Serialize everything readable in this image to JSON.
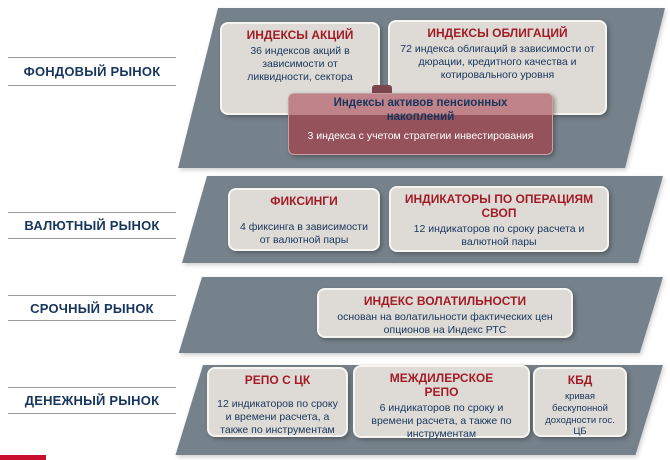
{
  "palette": {
    "band_gray": "#76828B",
    "card_background": "#DEDBD6",
    "card_title_red": "#A21C26",
    "text_navy": "#17365D",
    "pension_header": "#C1838A",
    "pension_body": "#95525A",
    "pension_tab": "#7D464D",
    "accent_bar_red": "#C8102E"
  },
  "sections": [
    {
      "label": "ФОНДОВЫЙ РЫНОК",
      "cards": [
        {
          "title": "ИНДЕКСЫ АКЦИЙ",
          "body": "36 индексов акций в зависимости от ликвидности, сектора"
        },
        {
          "title": "ИНДЕКСЫ ОБЛИГАЦИЙ",
          "body": "72 индекса облигаций в зависимости от дюрации, кредитного качества и котировального уровня"
        }
      ],
      "overlay_card": {
        "title": "Индексы активов пенсионных накоплений",
        "body": "3 индекса с учетом стратегии инвестирования"
      }
    },
    {
      "label": "ВАЛЮТНЫЙ РЫНОК",
      "cards": [
        {
          "title": "ФИКСИНГИ",
          "body": "4 фиксинга в зависимости от валютной пары"
        },
        {
          "title": "ИНДИКАТОРЫ ПО ОПЕРАЦИЯМ СВОП",
          "body": "12 индикаторов по сроку расчета и валютной пары"
        }
      ]
    },
    {
      "label": "СРОЧНЫЙ РЫНОК",
      "cards": [
        {
          "title": "ИНДЕКС ВОЛАТИЛЬНОСТИ",
          "body": "основан на волатильности фактических цен опционов на Индекс РТС"
        }
      ]
    },
    {
      "label": "ДЕНЕЖНЫЙ РЫНОК",
      "cards": [
        {
          "title": "РЕПО С ЦК",
          "body": "12 индикаторов по сроку и времени расчета, а также по инструментам"
        },
        {
          "title": "МЕЖДИЛЕРСКОЕ РЕПО",
          "body": "6 индикаторов по сроку и времени расчета, а также по инструментам"
        },
        {
          "title": "КБД",
          "body": "кривая бескупонной доходности гос. ЦБ"
        }
      ]
    }
  ]
}
